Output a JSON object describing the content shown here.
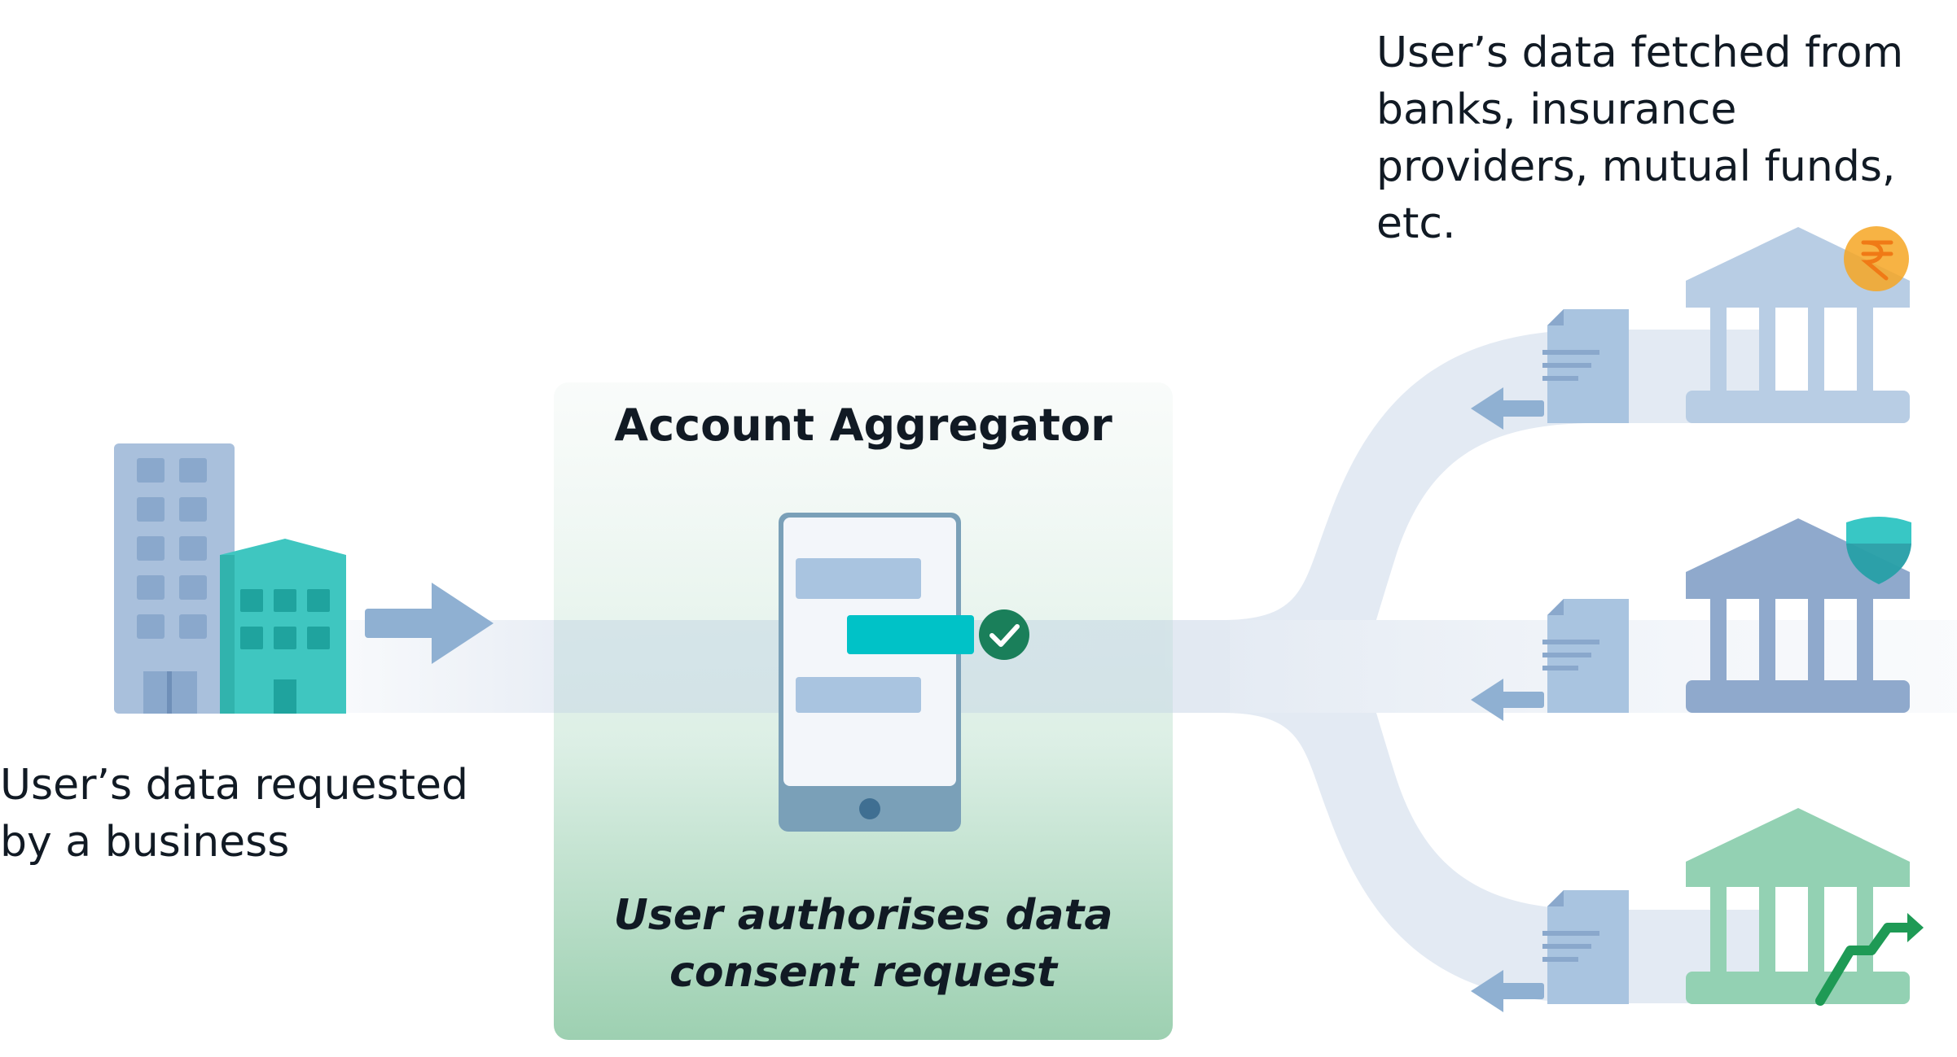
{
  "labels": {
    "requester": "User’s data requested by a business",
    "providers": "User’s data fetched from banks, insurance providers, mutual funds, etc.",
    "aggregator_title": "Account Aggregator",
    "aggregator_caption": "User authorises data consent request"
  },
  "icons": {
    "requester": "office-buildings-icon",
    "consent_device": "smartphone-icon",
    "consent_check": "check-circle-icon",
    "provider_bank": "bank-with-rupee-coin-icon",
    "provider_insurance": "bank-with-shield-icon",
    "provider_mutual_funds": "bank-with-growth-arrow-icon",
    "document": "document-icon"
  },
  "colors": {
    "flow": "#d6e0ec",
    "building_blue": "#a9c0dc",
    "building_teal": "#3fc6c0",
    "aggregator_panel_top": "#f3f8f6",
    "aggregator_panel_bottom": "#9dd0b1",
    "check_green": "#1a7f5a",
    "bar_teal": "#00c2c7",
    "rupee_coin": "#f6a623",
    "shield_teal": "#27c2c0",
    "growth_green": "#1e9a55",
    "bank_dark_blue": "#8fa9cc",
    "bank_green": "#93d1b3"
  }
}
